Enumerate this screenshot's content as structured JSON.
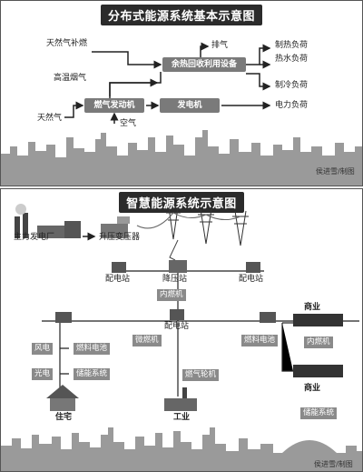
{
  "top": {
    "title": "分布式能源系统基本示意图",
    "labels": {
      "natural_gas_supplement": "天然气补燃",
      "exhaust": "排气",
      "heat_load": "制热负荷",
      "hot_water_load": "热水负荷",
      "high_temp_flue_gas": "高温烟气",
      "cooling_load": "制冷负荷",
      "natural_gas": "天然气",
      "air": "空气",
      "power_load": "电力负荷"
    },
    "boxes": {
      "waste_heat": "余热回收利用设备",
      "gas_engine": "燃气发动机",
      "generator": "发电机"
    },
    "credit": "侯进雪/制图"
  },
  "bottom": {
    "title": "智慧能源系统示意图",
    "labels": {
      "main_plant": "主力发电厂",
      "step_up": "升压变压器",
      "step_down": "降压站",
      "substation_left": "配电站",
      "substation_right": "配电站",
      "substation_center": "配电站",
      "residential": "住宅",
      "industry": "工业",
      "commerce_1": "商业",
      "commerce_2": "商业"
    },
    "tags": {
      "ice_1": "内燃机",
      "micro_turbine": "微燃机",
      "fuel_cell_center": "燃料电池",
      "gas_turbine": "燃气轮机",
      "wind": "风电",
      "fuel_cell_res": "燃料电池",
      "solar": "光电",
      "storage_res": "储能系统",
      "ice_com": "内燃机",
      "storage_com": "储能系统"
    },
    "credit": "侯进雪/制图"
  }
}
